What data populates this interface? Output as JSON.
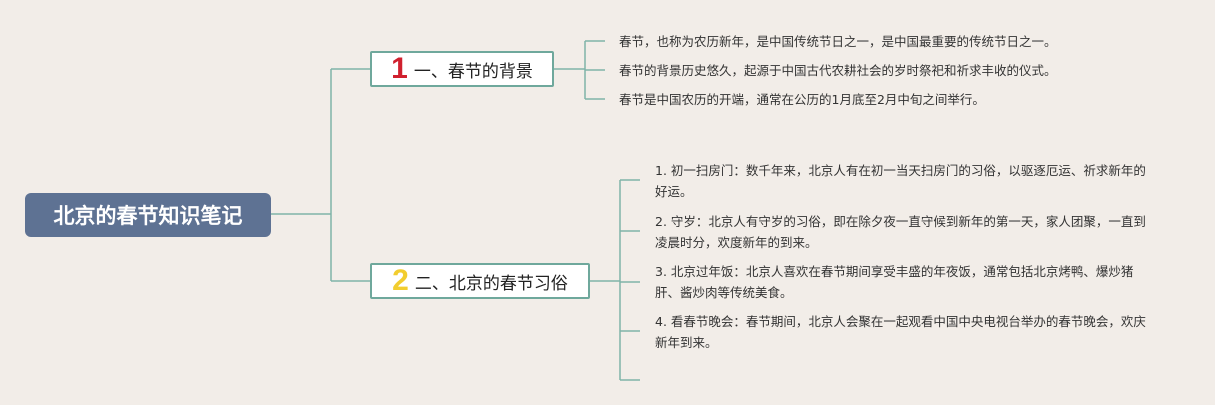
{
  "root": {
    "title": "北京的春节知识笔记"
  },
  "branches": [
    {
      "number": "1",
      "number_color": "#d0202e",
      "label": "一、春节的背景",
      "leaves": [
        "春节，也称为农历新年，是中国传统节日之一，是中国最重要的传统节日之一。",
        "春节的背景历史悠久，起源于中国古代农耕社会的岁时祭祀和祈求丰收的仪式。",
        "春节是中国农历的开端，通常在公历的1月底至2月中旬之间举行。"
      ]
    },
    {
      "number": "2",
      "number_color": "#f2cd2f",
      "label": "二、北京的春节习俗",
      "leaves": [
        "1. 初一扫房门：数千年来，北京人有在初一当天扫房门的习俗，以驱逐厄运、祈求新年的好运。",
        "2. 守岁：北京人有守岁的习俗，即在除夕夜一直守候到新年的第一天，家人团聚，一直到凌晨时分，欢度新年的到来。",
        "3. 北京过年饭：北京人喜欢在春节期间享受丰盛的年夜饭，通常包括北京烤鸭、爆炒猪肝、酱炒肉等传统美食。",
        "4. 看春节晚会：春节期间，北京人会聚在一起观看中国中央电视台举办的春节晚会，欢庆新年到来。"
      ]
    }
  ],
  "colors": {
    "background": "#f2ede8",
    "root_fill": "#5e7293",
    "connector": "#7fb3a8",
    "branch_border": "#6fa89c"
  }
}
